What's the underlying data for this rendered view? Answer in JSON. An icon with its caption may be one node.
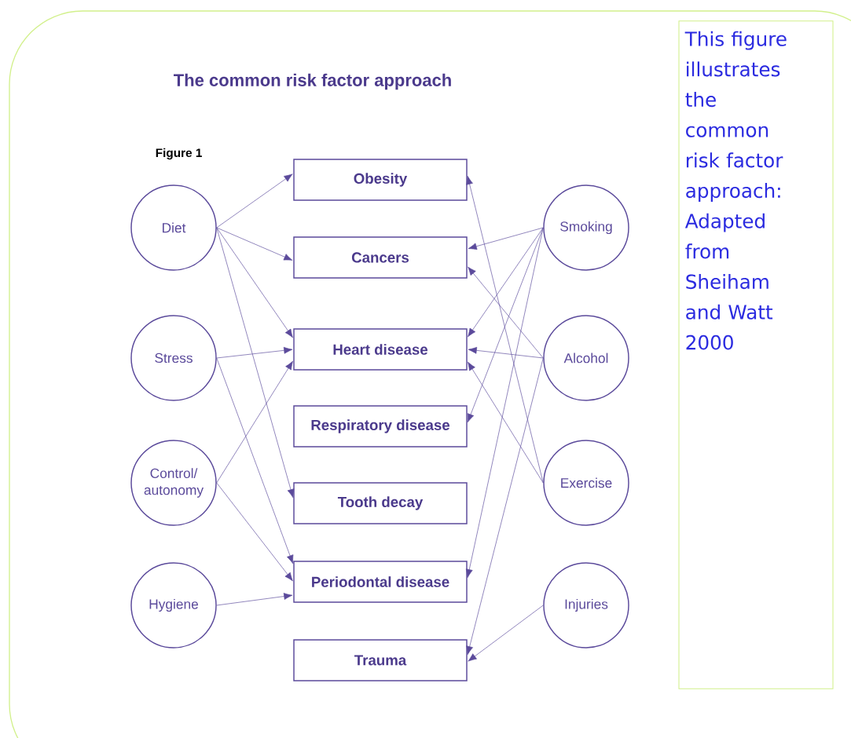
{
  "diagram": {
    "title": "The common risk factor approach",
    "nodes": [
      {
        "text": [
          "Diet"
        ]
      },
      {
        "text": [
          "Stress"
        ]
      },
      {
        "text": [
          "Control/ autonomy"
        ]
      },
      {
        "text": [
          "Hygiene"
        ]
      },
      {
        "text": [
          "Obesity"
        ]
      },
      {
        "text": [
          "Cancers"
        ]
      },
      {
        "text": [
          "Heart disease"
        ]
      },
      {
        "text": [
          "Respiratory disease"
        ]
      },
      {
        "text": [
          "Tooth decay"
        ]
      },
      {
        "text": [
          "Periodontal disease"
        ]
      },
      {
        "text": [
          "Trauma"
        ]
      },
      {
        "text": [
          "Smoking"
        ]
      },
      {
        "text": [
          "Alcohol"
        ]
      },
      {
        "text": [
          "Exercise"
        ]
      },
      {
        "text": [
          "Injuries"
        ]
      },
      {
        "text": [
          "This figure illustrates the common risk factor approach: Adapted from Sheiham and Watt 2000"
        ]
      }
    ],
    "edges": [
      {
        "from": 0,
        "to": 4,
        "arrow": "to"
      },
      {
        "from": 0,
        "to": 5,
        "arrow": "to"
      },
      {
        "from": 0,
        "to": 6,
        "arrow": "to"
      },
      {
        "from": 0,
        "to": 8,
        "arrow": "to"
      },
      {
        "from": 1,
        "to": 6,
        "arrow": "to"
      },
      {
        "from": 1,
        "to": 9,
        "arrow": "to"
      },
      {
        "from": 2,
        "to": 6,
        "arrow": "to"
      },
      {
        "from": 2,
        "to": 9,
        "arrow": "to"
      },
      {
        "from": 3,
        "to": 9,
        "arrow": "to"
      },
      {
        "from": 11,
        "to": 5,
        "arrow": "to"
      },
      {
        "from": 11,
        "to": 6,
        "arrow": "to"
      },
      {
        "from": 11,
        "to": 7,
        "arrow": "to"
      },
      {
        "from": 11,
        "to": 9,
        "arrow": "to"
      },
      {
        "from": 12,
        "to": 5,
        "arrow": "to"
      },
      {
        "from": 12,
        "to": 6,
        "arrow": "to"
      },
      {
        "from": 12,
        "to": 10,
        "arrow": "to"
      },
      {
        "from": 13,
        "to": 4,
        "arrow": "to"
      },
      {
        "from": 13,
        "to": 6,
        "arrow": "to"
      },
      {
        "from": 14,
        "to": 10,
        "arrow": "to"
      }
    ],
    "labels": [
      "Figure 1"
    ]
  }
}
